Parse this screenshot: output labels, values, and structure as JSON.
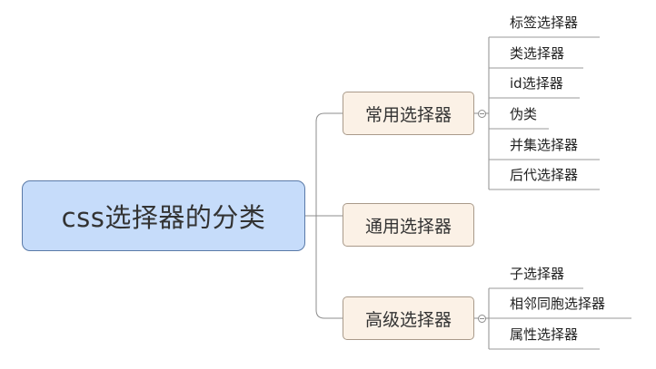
{
  "root": {
    "label": "css选择器的分类"
  },
  "branches": [
    {
      "label": "常用选择器",
      "children": [
        "标签选择器",
        "类选择器",
        "id选择器",
        "伪类",
        "并集选择器",
        "后代选择器"
      ]
    },
    {
      "label": "通用选择器",
      "children": []
    },
    {
      "label": "高级选择器",
      "children": [
        "子选择器",
        "相邻同胞选择器",
        "属性选择器"
      ]
    }
  ],
  "colors": {
    "root_fill": "#c6dcfa",
    "root_border": "#5a7aa8",
    "branch_fill": "#fbf1e6",
    "branch_border": "#a99a8a",
    "connector": "#8c8c8c",
    "underline": "#9a9a9a"
  }
}
